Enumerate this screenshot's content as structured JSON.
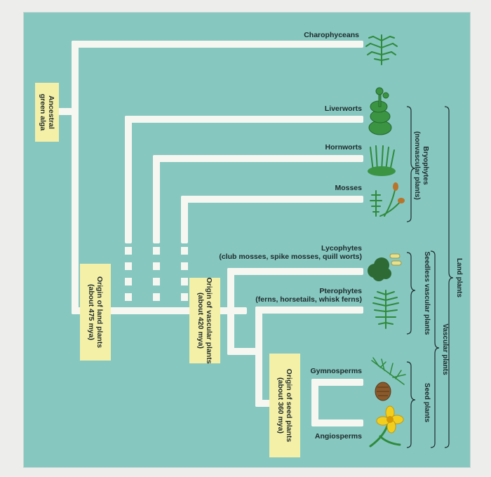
{
  "taxa": {
    "charophyceans": "Charophyceans",
    "liverworts": "Liverworts",
    "hornworts": "Hornworts",
    "mosses": "Mosses",
    "lycophytes": "Lycophytes",
    "lycophytes_sub": "(club mosses, spike mosses, quill worts)",
    "pterophytes": "Pterophytes",
    "pterophytes_sub": "(ferns, horsetails, whisk ferns)",
    "gymnosperms": "Gymnosperms",
    "angiosperms": "Angiosperms"
  },
  "origins": {
    "ancestral_1": "Ancestral",
    "ancestral_2": "green alga",
    "land_1": "Origin of land plants",
    "land_2": "(about 475 mya)",
    "vascular_1": "Origin of vascular plants",
    "vascular_2": "(about 420 mya)",
    "seed_1": "Origin of seed plants",
    "seed_2": "(about 360 mya)"
  },
  "groups": {
    "bryophytes_1": "Bryophytes",
    "bryophytes_2": "(nonvascular plants)",
    "seedless_vascular": "Seedless vascular plants",
    "seed_plants": "Seed plants",
    "vascular_plants": "Vascular plants",
    "land_plants": "Land plants"
  },
  "colors": {
    "background": "#86c7c0",
    "branch": "#f7f7f2",
    "origin_box": "#f4f0a8",
    "plant_green": "#2f8a3a",
    "flower_yellow": "#f2cf1f"
  },
  "icons": [
    "charophycean-plant-icon",
    "liverwort-plant-icon",
    "hornwort-plant-icon",
    "moss-plant-icon",
    "lycophyte-plant-icon",
    "fern-plant-icon",
    "pine-cone-icon",
    "flower-icon"
  ]
}
